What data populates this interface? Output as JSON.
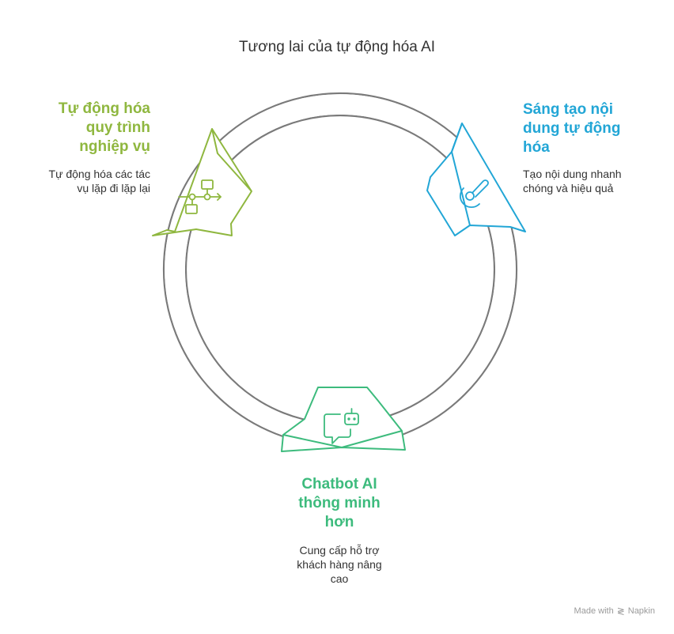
{
  "title": "Tương lai của tự động hóa AI",
  "nodes": [
    {
      "heading_lines": [
        "Tự động hóa",
        "quy trình",
        "nghiệp vụ"
      ],
      "desc_lines": [
        "Tự động hóa các tác",
        "vụ lặp đi lặp lại"
      ],
      "color": "#8fb73f",
      "icon": "workflow-icon"
    },
    {
      "heading_lines": [
        "Sáng tạo nội",
        "dung tự động",
        "hóa"
      ],
      "desc_lines": [
        "Tạo nội dung nhanh",
        "chóng và hiệu quả"
      ],
      "color": "#22a6d6",
      "icon": "pen-tool-icon"
    },
    {
      "heading_lines": [
        "Chatbot AI",
        "thông minh",
        "hơn"
      ],
      "desc_lines": [
        "Cung cấp hỗ trợ",
        "khách hàng nâng",
        "cao"
      ],
      "color": "#3dbb7d",
      "icon": "chatbot-icon"
    }
  ],
  "footer": {
    "text": "Made with",
    "brand": "Napkin"
  }
}
